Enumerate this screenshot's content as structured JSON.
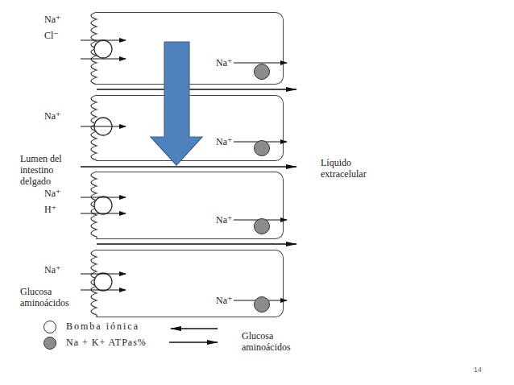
{
  "diagram": {
    "nodes": [
      {
        "text": [
          "Na⁺"
        ]
      },
      {
        "text": [
          "Na⁺"
        ]
      },
      {
        "text": [
          "Na⁺"
        ]
      },
      {
        "text": [
          "Na⁺"
        ]
      }
    ],
    "labels": [
      "Na⁺",
      "Cl⁻",
      "Na⁺",
      "Lumen del intestino delgado",
      "Líquido extracelular",
      "Na⁺",
      "H⁺",
      "Na⁺",
      "Glucosa aminoácidos",
      "14"
    ],
    "legend": [
      {
        "text": "Bomba iónica",
        "color": "#ffffff"
      },
      {
        "text": "Na + K+ ATPas%",
        "color": "#8c8c8c"
      },
      {
        "text": "Glucosa aminoácidos"
      }
    ]
  }
}
